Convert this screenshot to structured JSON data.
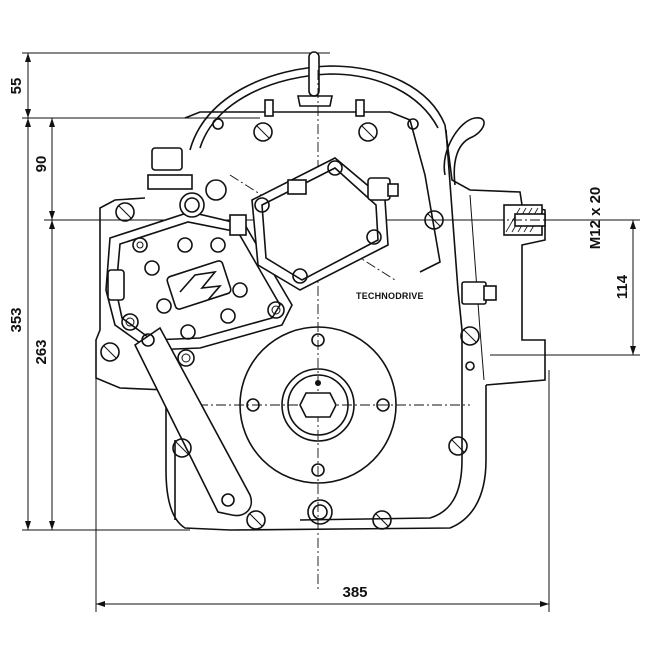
{
  "drawing": {
    "brand_text": "TECHNODRIVE",
    "dimensions": {
      "height_top": "55",
      "height_upper": "90",
      "height_total": "353",
      "height_center": "263",
      "width_total": "385",
      "offset_right": "114",
      "thread_spec": "M12 x 20"
    }
  }
}
